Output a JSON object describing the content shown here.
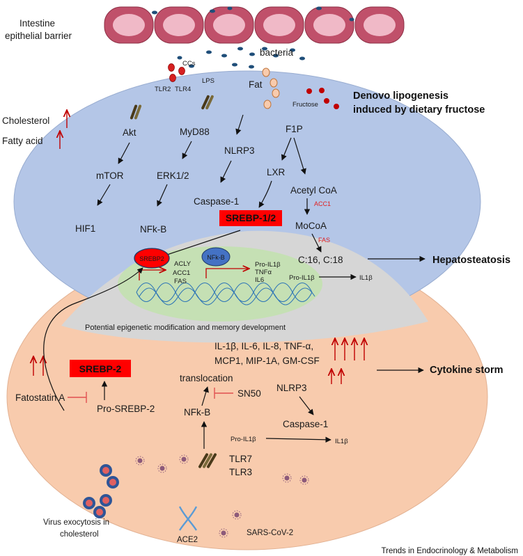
{
  "labels": {
    "barrier": [
      "Intestine",
      "epithelial barrier"
    ],
    "bacteria": "bacteria",
    "ccs": "CCs",
    "tlr2": "TLR2",
    "tlr4": "TLR4",
    "lps": "LPS",
    "fat": "Fat",
    "fructose": "Fructose",
    "denovo_title": [
      "Denovo lipogenesis",
      "induced by dietary fructose"
    ],
    "cholesterol": "Cholesterol",
    "fatty_acid": "Fatty acid",
    "akt": "Akt",
    "mtor": "mTOR",
    "hif1": "HIF1",
    "myd88": "MyD88",
    "erk": "ERK1/2",
    "nfkb_top": "NFk-B",
    "nlrp3_top": "NLRP3",
    "caspase_top": "Caspase-1",
    "f1p": "F1P",
    "lxr": "LXR",
    "acetyl_coa": "Acetyl CoA",
    "acc1_enzyme": "ACC1",
    "mocoa": "MoCoA",
    "fas_enzyme": "FAS",
    "c16_c18": "C:16, C:18",
    "pro_il1b_top": "Pro-IL1β",
    "il1b_top": "IL1β",
    "hepatosteatosis": "Hepatosteatosis",
    "srebp12": "SREBP-1/2",
    "srebp2_nucleus": "SREBP2",
    "acly": "ACLY",
    "acc1_gene": "ACC1",
    "fas_gene": "FAS",
    "nfkb_nucleus": "NFk-B",
    "nucleus_cytokines": [
      "Pro-IL1β",
      "TNFα",
      "IL6"
    ],
    "epigenetic": "Potential epigenetic modification and memory development",
    "cytokines": [
      "IL-1β, IL-6, IL-8, TNF-α,",
      "MCP1, MIP-1A, GM-CSF"
    ],
    "cytokine_storm": "Cytokine storm",
    "srebp2_box": "SREBP-2",
    "fatostatin": "Fatostatin A",
    "pro_srebp2": "Pro-SREBP-2",
    "translocation": "translocation",
    "sn50": "SN50",
    "nfkb_bottom": "NFk-B",
    "nlrp3_bottom": "NLRP3",
    "caspase_bottom": "Caspase-1",
    "pro_il1b_bottom": "Pro-IL1β",
    "il1b_bottom": "IL1β",
    "tlr7": "TLR7",
    "tlr3": "TLR3",
    "virus_exocytosis": [
      "Virus exocytosis in",
      "cholesterol"
    ],
    "ace2": "ACE2",
    "sars": "SARS-CoV-2",
    "credit": "Trends in Endocrinology & Metabolism"
  },
  "colors": {
    "upper_cell": "#b4c6e7",
    "lower_cell": "#f8cbad",
    "nucleus_outer": "#d6d6d6",
    "nucleus_inner": "#c5e0b4",
    "epithelial_cell": "#c0506a",
    "srebp_box": "#ff0000",
    "increase_arrow": "#c00000",
    "inhibit": "#e05050",
    "dna": "#2e75b6",
    "membrane": "#3d3d3d"
  }
}
